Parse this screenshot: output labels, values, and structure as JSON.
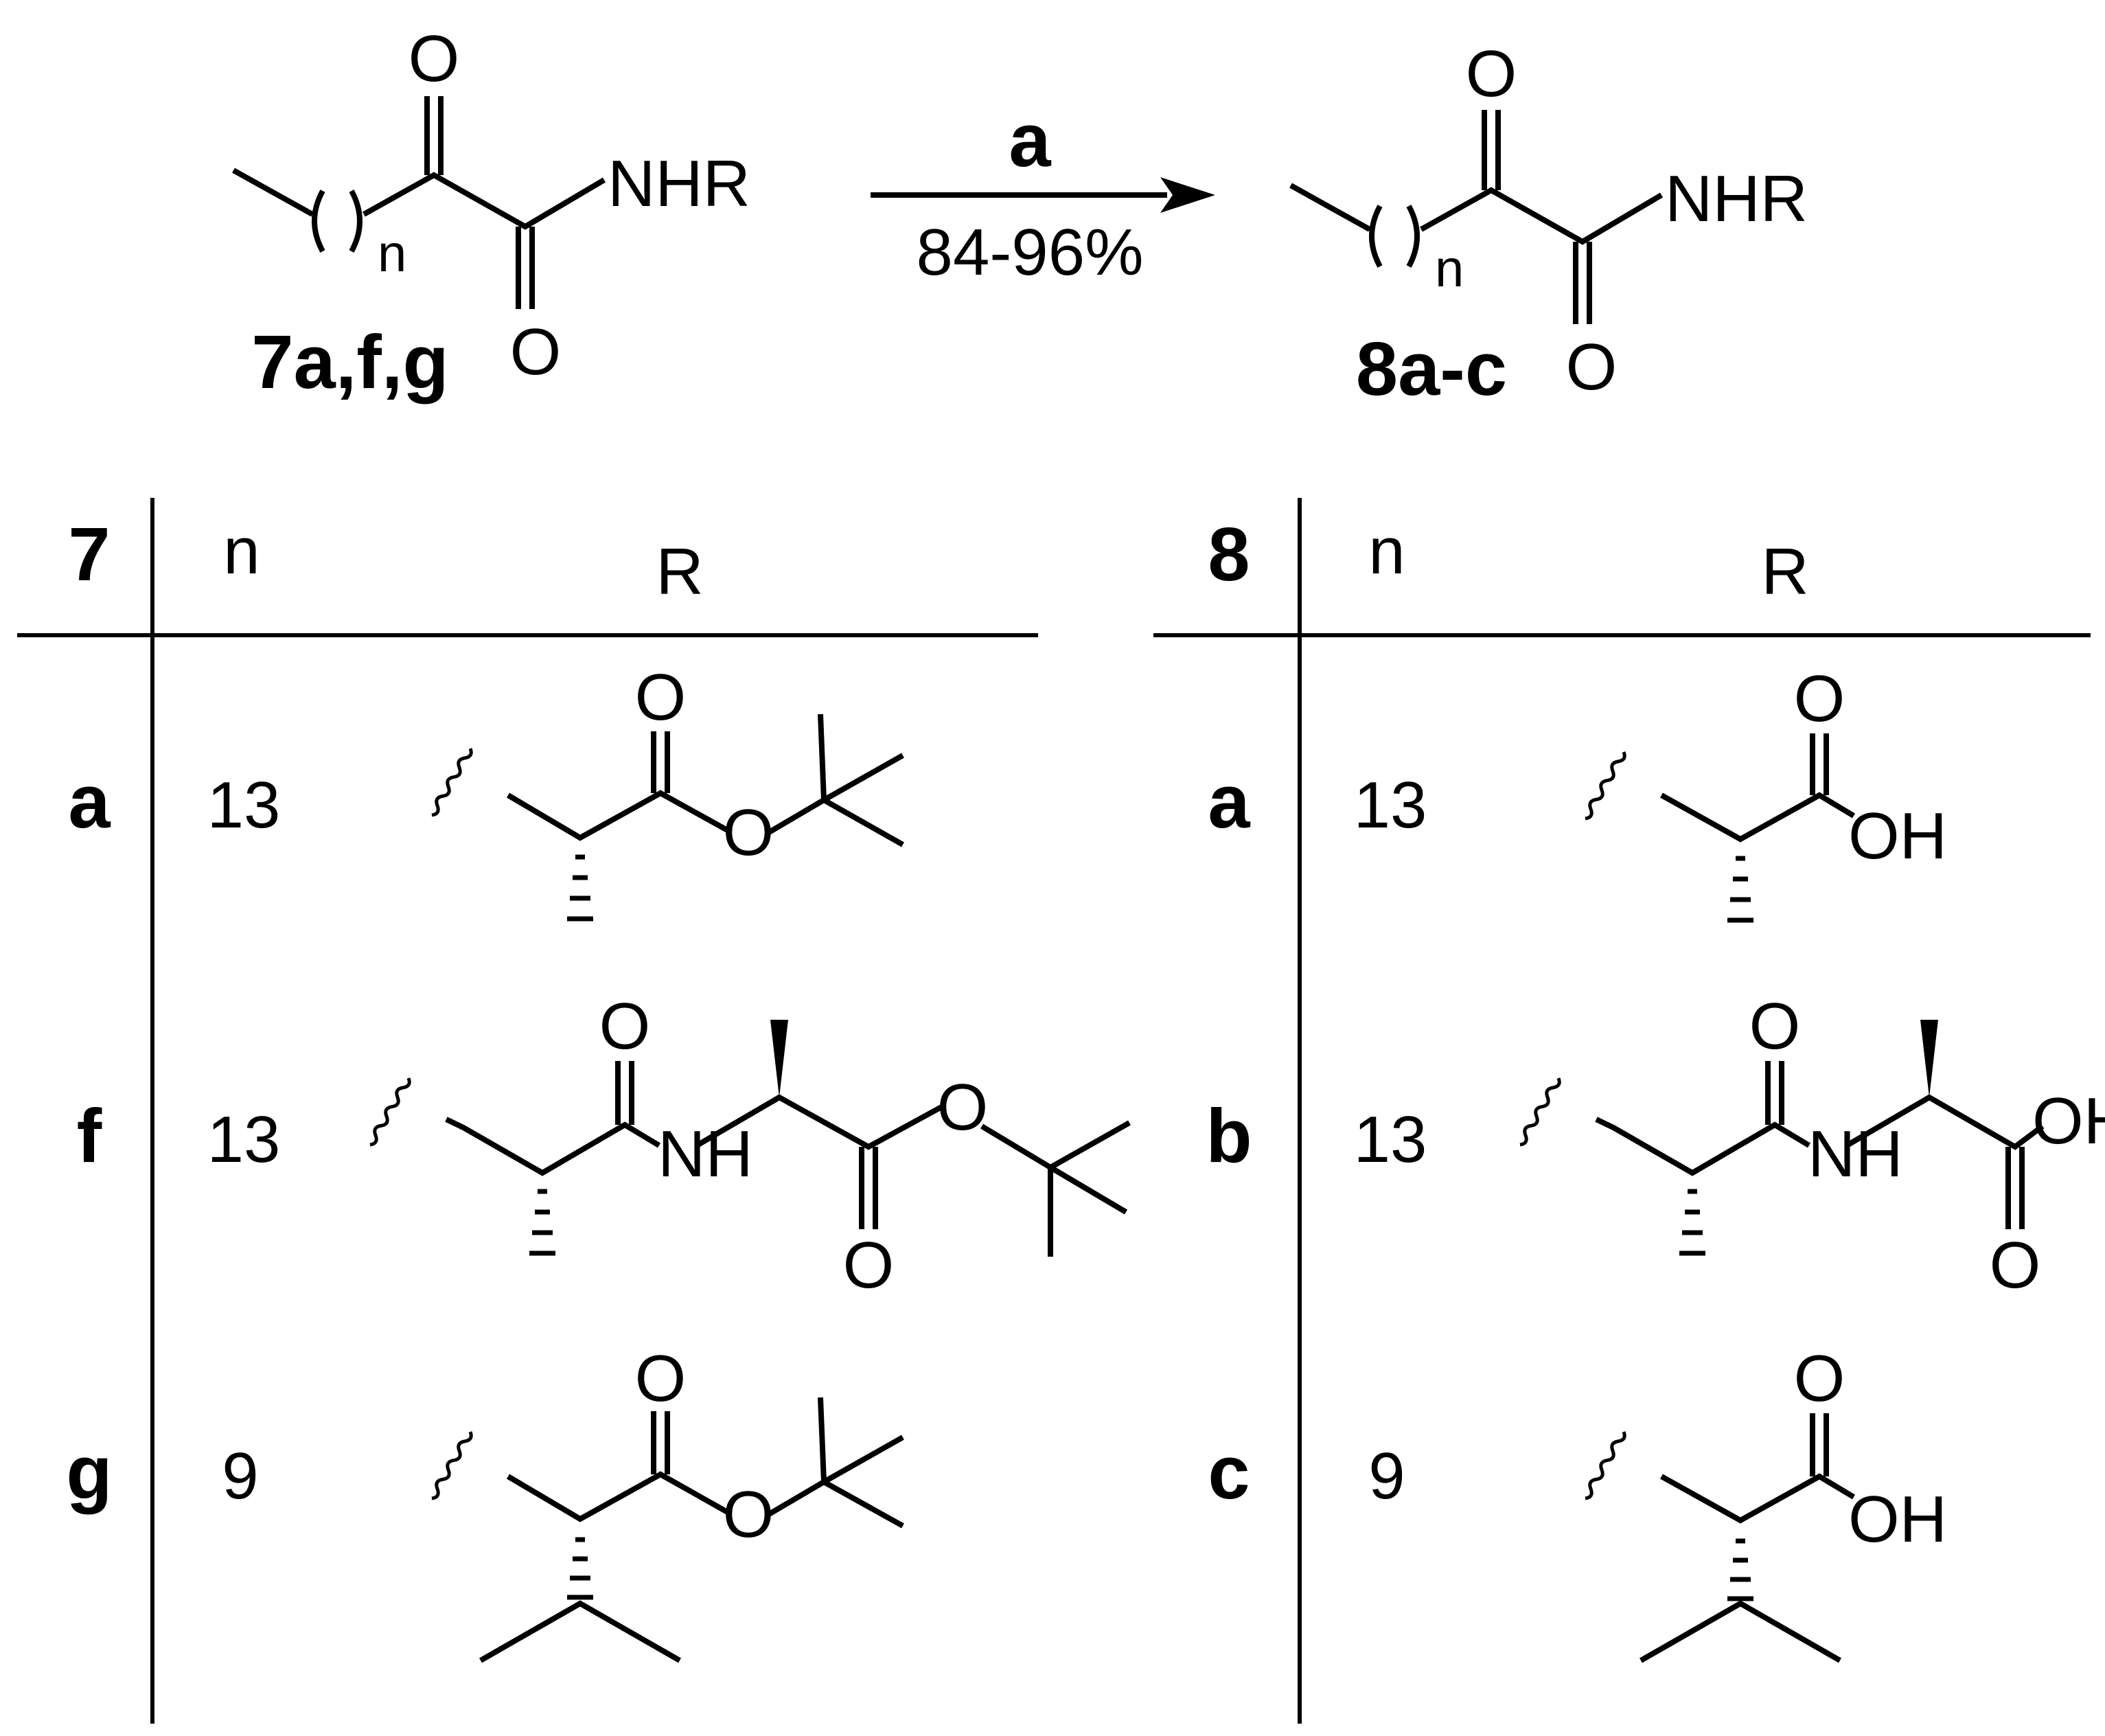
{
  "scheme": {
    "reactant": {
      "label": "7a,f,g",
      "atoms": {
        "O": "O",
        "NHR": "NHR",
        "n": "n"
      }
    },
    "arrow": {
      "reagent": "a",
      "yield": "84-96%"
    },
    "product": {
      "label": "8a-c",
      "atoms": {
        "O": "O",
        "NHR": "NHR",
        "n": "n"
      }
    }
  },
  "table_left": {
    "headers": {
      "compound": "7",
      "n": "n",
      "r": "R"
    },
    "rows": [
      {
        "id": "a",
        "n": "13"
      },
      {
        "id": "f",
        "n": "13"
      },
      {
        "id": "g",
        "n": "9"
      }
    ]
  },
  "table_right": {
    "headers": {
      "compound": "8",
      "n": "n",
      "r": "R"
    },
    "rows": [
      {
        "id": "a",
        "n": "13"
      },
      {
        "id": "b",
        "n": "13"
      },
      {
        "id": "c",
        "n": "9"
      }
    ]
  },
  "atoms": {
    "O": "O",
    "OH": "OH",
    "NH": "NH"
  }
}
